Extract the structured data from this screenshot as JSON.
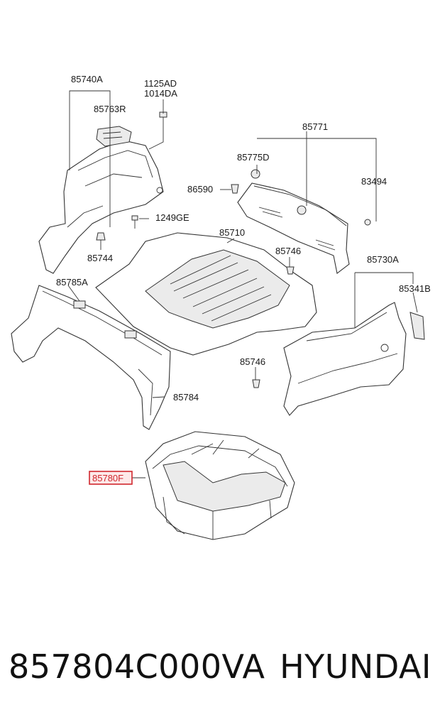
{
  "labels": {
    "p85740A": "85740A",
    "p1125AD": "1125AD",
    "p1014DA": "1014DA",
    "p85763R": "85763R",
    "p1249GE": "1249GE",
    "p85744": "85744",
    "p85771": "85771",
    "p85775D": "85775D",
    "p86590": "86590",
    "p83494": "83494",
    "p85710": "85710",
    "p85746a": "85746",
    "p85785A": "85785A",
    "p85730A": "85730A",
    "p85341B": "85341B",
    "p85746b": "85746",
    "p85784": "85784",
    "p85780F": "85780F"
  },
  "highlight_color": "#d0282e",
  "footer": {
    "part_number": "857804C000VA",
    "brand": "HYUNDAI"
  }
}
